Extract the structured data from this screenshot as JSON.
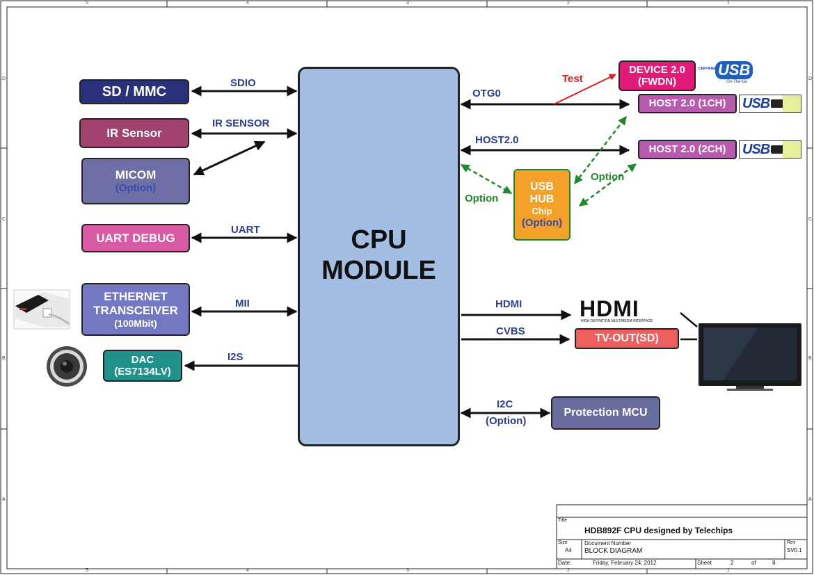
{
  "frame": {
    "col_labels_top": [
      "5",
      "4",
      "3",
      "2",
      "1"
    ],
    "col_labels_bottom": [
      "5",
      "4",
      "3",
      "2",
      "1"
    ],
    "row_labels": [
      "D",
      "C",
      "B",
      "A"
    ]
  },
  "cpu": {
    "line1": "CPU",
    "line2": "MODULE"
  },
  "left_blocks": {
    "sd_mmc": "SD / MMC",
    "ir_sensor": "IR Sensor",
    "micom": "MICOM",
    "micom_sub": "(Option)",
    "uart_debug": "UART DEBUG",
    "ethernet_l1": "ETHERNET",
    "ethernet_l2": "TRANSCEIVER",
    "ethernet_l3": "(100Mbit)",
    "dac_l1": "DAC",
    "dac_l2": "(ES7134LV)"
  },
  "left_links": {
    "sdio": "SDIO",
    "ir": "IR SENSOR",
    "uart": "UART",
    "mii": "MII",
    "i2s": "I2S"
  },
  "right_blocks": {
    "device_l1": "DEVICE 2.0",
    "device_l2": "(FWDN)",
    "host1": "HOST 2.0 (1CH)",
    "host2": "HOST 2.0 (2CH)",
    "hub_l1": "USB",
    "hub_l2": "HUB",
    "hub_l3": "Chip",
    "hub_l4": "(Option)",
    "tvout": "TV-OUT(SD)",
    "protection": "Protection MCU",
    "hdmi_logo": "HDMI",
    "hdmi_tagline": "HIGH DEFINITION MULTIMEDIA INTERFACE",
    "usb_logo": "USB",
    "usb_logo_caption": "On-The-Go",
    "usb_logo_cert": "CERTIFIED"
  },
  "right_links": {
    "otg0": "OTG0",
    "host20": "HOST2.0",
    "test": "Test",
    "option_left": "Option",
    "option_right": "Option",
    "hdmi": "HDMI",
    "cvbs": "CVBS",
    "i2c": "I2C",
    "i2c_sub": "(Option)"
  },
  "title_block": {
    "title_caption": "Title",
    "title": "HDB892F CPU designed by Telechips",
    "size_caption": "Size",
    "size": "A4",
    "docnum_caption": "Document Number",
    "docnum": "BLOCK DIAGRAM",
    "rev_caption": "Rev",
    "rev": "SV0.1",
    "date_caption": "Date:",
    "date": "Friday, February 24, 2012",
    "sheet_caption": "Sheet",
    "sheet": "2",
    "of_caption": "of",
    "of": "8"
  },
  "colors": {
    "cpu": "#a3bde3",
    "sd_mmc": "#29317a",
    "ir_sensor": "#a1436e",
    "micom": "#6d6fa6",
    "uart_debug": "#d85aa5",
    "ethernet": "#7478c2",
    "dac": "#1f918a",
    "device": "#e21b78",
    "host": "#b85aad",
    "hub": "#f4a12a",
    "tvout": "#ee5f5f",
    "protection": "#686d9e",
    "arrow": "#111111",
    "test_arrow": "#e02020",
    "option_arrow": "#1e8a2a"
  }
}
